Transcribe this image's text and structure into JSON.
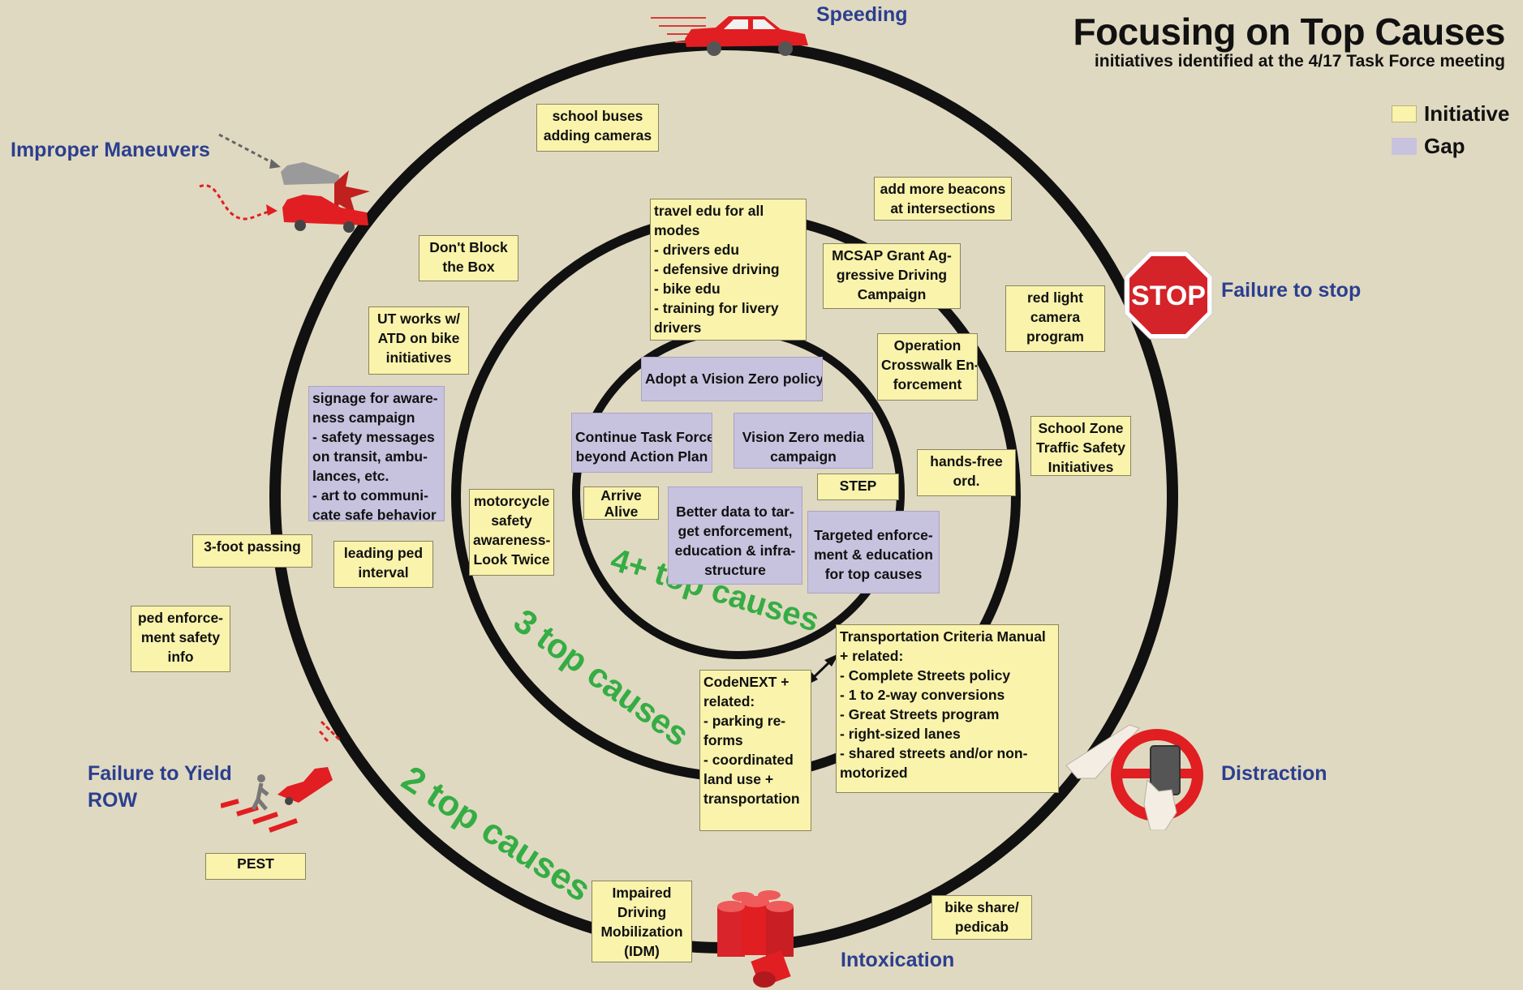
{
  "header": {
    "title": "Focusing on Top Causes",
    "subtitle": "initiatives identified at the 4/17 Task Force meeting"
  },
  "legend": [
    {
      "label": "Initiative",
      "color": "#f9f3ac"
    },
    {
      "label": "Gap",
      "color": "#c7c2de"
    }
  ],
  "colors": {
    "cause_text": "#2b3f8f",
    "ring_label": "#35ad44",
    "ring": "#111111",
    "background": "#e0d9c1"
  },
  "causes": {
    "speeding": "Speeding",
    "improper_maneuvers": "Improper Maneuvers",
    "failure_to_stop": "Failure to stop",
    "failure_to_yield_1": "Failure to Yield",
    "failure_to_yield_2": "ROW",
    "distraction": "Distraction",
    "intoxication": "Intoxication"
  },
  "ring_labels": {
    "four_plus": "4+ top causes",
    "three": "3 top causes",
    "two": "2 top causes"
  },
  "icons": {
    "speeding": "speeding-car-icon",
    "improper_maneuvers": "colliding-cars-icon",
    "failure_to_stop": "stop-sign-icon",
    "failure_to_yield": "pedestrian-crosswalk-icon",
    "distraction": "phone-steering-wheel-icon",
    "intoxication": "beer-cans-icon",
    "stop_sign_text": "STOP"
  },
  "notes": {
    "school_buses": {
      "type": "initiative",
      "lines": [
        "school buses",
        "adding cameras"
      ]
    },
    "add_beacons": {
      "type": "initiative",
      "lines": [
        "add more beacons",
        "at intersections"
      ]
    },
    "dont_block": {
      "type": "initiative",
      "lines": [
        "Don't Block",
        "the Box"
      ]
    },
    "travel_edu": {
      "type": "initiative",
      "lines": [
        "travel edu for all",
        "modes",
        "- drivers edu",
        "- defensive driving",
        "- bike edu",
        "- training for livery",
        "drivers"
      ]
    },
    "mcsap": {
      "type": "initiative",
      "lines": [
        "MCSAP Grant Ag-",
        "gressive Driving",
        "Campaign"
      ]
    },
    "red_light": {
      "type": "initiative",
      "lines": [
        "red light",
        "camera",
        "program"
      ]
    },
    "ut_works": {
      "type": "initiative",
      "lines": [
        "UT works w/",
        "ATD on bike",
        "initiatives"
      ]
    },
    "op_crosswalk": {
      "type": "initiative",
      "lines": [
        "Operation",
        "Crosswalk En-",
        "forcement"
      ]
    },
    "adopt_vz": {
      "type": "gap",
      "lines": [
        "Adopt a Vision Zero policy"
      ]
    },
    "signage": {
      "type": "gap",
      "lines": [
        "signage for aware-",
        "ness campaign",
        "- safety messages",
        "on transit, ambu-",
        "lances, etc.",
        "- art to communi-",
        "cate safe behavior"
      ]
    },
    "continue_tf": {
      "type": "gap",
      "lines": [
        "Continue Task Force",
        "beyond Action Plan"
      ]
    },
    "vz_media": {
      "type": "gap",
      "lines": [
        "Vision Zero media",
        "campaign"
      ]
    },
    "school_zone": {
      "type": "initiative",
      "lines": [
        "School Zone",
        "Traffic Safety",
        "Initiatives"
      ]
    },
    "hands_free": {
      "type": "initiative",
      "lines": [
        "hands-free",
        "ord."
      ]
    },
    "step": {
      "type": "initiative",
      "lines": [
        "STEP"
      ]
    },
    "motorcycle": {
      "type": "initiative",
      "lines": [
        "motorcycle",
        "safety",
        "awareness-",
        "Look Twice"
      ]
    },
    "arrive_alive": {
      "type": "initiative",
      "lines": [
        "Arrive",
        "Alive"
      ]
    },
    "better_data": {
      "type": "gap",
      "lines": [
        "Better data to tar-",
        "get enforcement,",
        "education & infra-",
        "structure"
      ]
    },
    "targeted": {
      "type": "gap",
      "lines": [
        "Targeted enforce-",
        "ment & education",
        "for top causes"
      ]
    },
    "three_foot": {
      "type": "initiative",
      "lines": [
        "3-foot passing"
      ]
    },
    "leading_ped": {
      "type": "initiative",
      "lines": [
        "leading ped",
        "interval"
      ]
    },
    "ped_enforcement": {
      "type": "initiative",
      "lines": [
        "ped enforce-",
        "ment safety",
        "info"
      ]
    },
    "tcm": {
      "type": "initiative",
      "lines": [
        "Transportation Criteria Manual",
        "+ related:",
        "- Complete Streets policy",
        "- 1 to 2-way conversions",
        "- Great Streets program",
        "- right-sized lanes",
        "- shared streets and/or non-",
        "motorized"
      ]
    },
    "codenext": {
      "type": "initiative",
      "lines": [
        "CodeNEXT +",
        "related:",
        "- parking re-",
        "forms",
        "- coordinated",
        "land use +",
        "transportation"
      ]
    },
    "pest": {
      "type": "initiative",
      "lines": [
        "PEST"
      ]
    },
    "impaired": {
      "type": "initiative",
      "lines": [
        "Impaired",
        "Driving",
        "Mobilization",
        "(IDM)"
      ]
    },
    "bike_share": {
      "type": "initiative",
      "lines": [
        "bike share/",
        "pedicab"
      ]
    }
  }
}
